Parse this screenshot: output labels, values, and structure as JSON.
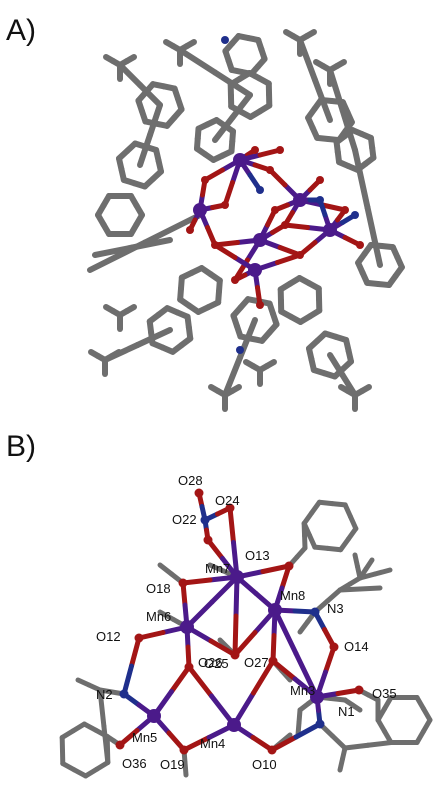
{
  "panels": {
    "a": {
      "label": "A)"
    },
    "b": {
      "label": "B)"
    }
  },
  "colors": {
    "carbon": "#6e6e6e",
    "oxygen": "#a31515",
    "nitrogen": "#1f2f8c",
    "manganese": "#4b1a8a"
  },
  "atom_labels": [
    {
      "id": "O28",
      "text": "O28"
    },
    {
      "id": "O24",
      "text": "O24"
    },
    {
      "id": "O22",
      "text": "O22"
    },
    {
      "id": "O13",
      "text": "O13"
    },
    {
      "id": "Mn7",
      "text": "Mn7"
    },
    {
      "id": "O18",
      "text": "O18"
    },
    {
      "id": "Mn8",
      "text": "Mn8"
    },
    {
      "id": "N3",
      "text": "N3"
    },
    {
      "id": "Mn6",
      "text": "Mn6"
    },
    {
      "id": "O25",
      "text": "O25"
    },
    {
      "id": "O14",
      "text": "O14"
    },
    {
      "id": "O12",
      "text": "O12"
    },
    {
      "id": "O26",
      "text": "O26"
    },
    {
      "id": "O27",
      "text": "O27"
    },
    {
      "id": "Mn3",
      "text": "Mn3"
    },
    {
      "id": "N2",
      "text": "N2"
    },
    {
      "id": "O35",
      "text": "O35"
    },
    {
      "id": "Mn5",
      "text": "Mn5"
    },
    {
      "id": "Mn4",
      "text": "Mn4"
    },
    {
      "id": "N1",
      "text": "N1"
    },
    {
      "id": "O36",
      "text": "O36"
    },
    {
      "id": "O19",
      "text": "O19"
    },
    {
      "id": "O10",
      "text": "O10"
    }
  ]
}
